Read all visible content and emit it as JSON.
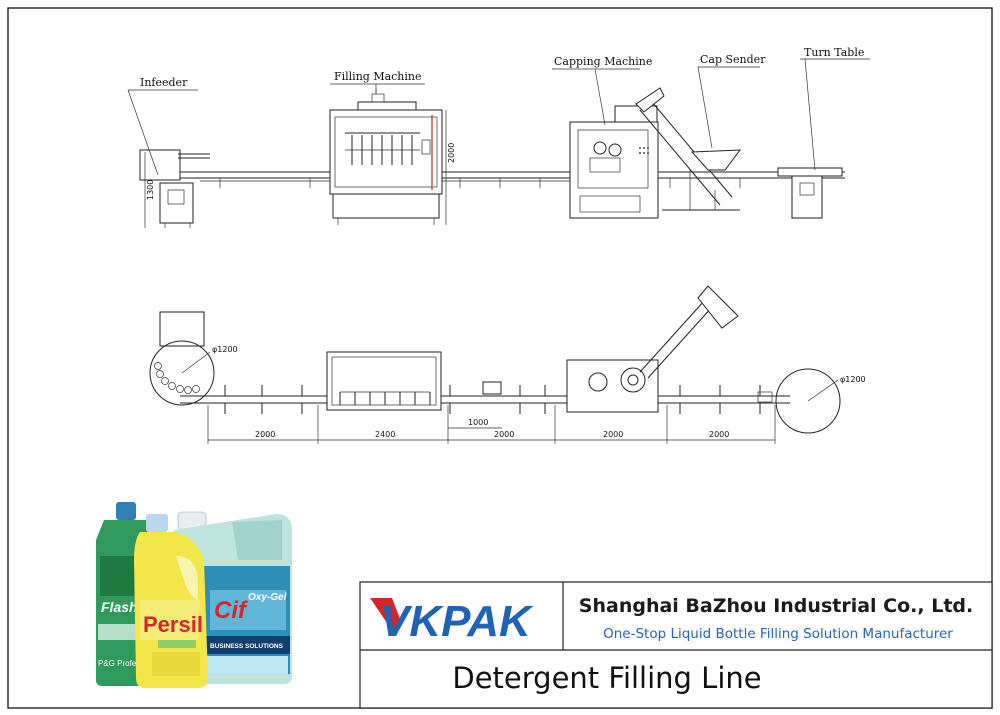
{
  "labels": {
    "infeeder": "Infeeder",
    "filling_machine": "Filling Machine",
    "capping_machine": "Capping Machine",
    "cap_sender": "Cap Sender",
    "turn_table": "Turn Table"
  },
  "dimensions": {
    "infeeder_height": "1300",
    "filler_height": "2000",
    "table_diameter_left": "φ1200",
    "table_diameter_right": "φ1200",
    "seg1": "2000",
    "seg2": "2400",
    "seg3_short": "1000",
    "seg3": "2000",
    "seg4": "2000",
    "seg5": "2000"
  },
  "titleblock": {
    "logo_text": "VKPAK",
    "company": "Shanghai BaZhou Industrial Co., Ltd.",
    "tagline": "One-Stop Liquid Bottle Filling Solution Manufacturer",
    "title": "Detergent Filling Line"
  },
  "products": {
    "flash": "Flash",
    "persil": "Persil",
    "cif": "Cif",
    "oxy_gel": "Oxy-Gel",
    "pg": "P&G Profess",
    "business": "BUSINESS SOLUTIONS"
  },
  "colors": {
    "logo_red": "#d6262c",
    "logo_blue": "#1f63b5",
    "tagline": "#2a62b8"
  }
}
